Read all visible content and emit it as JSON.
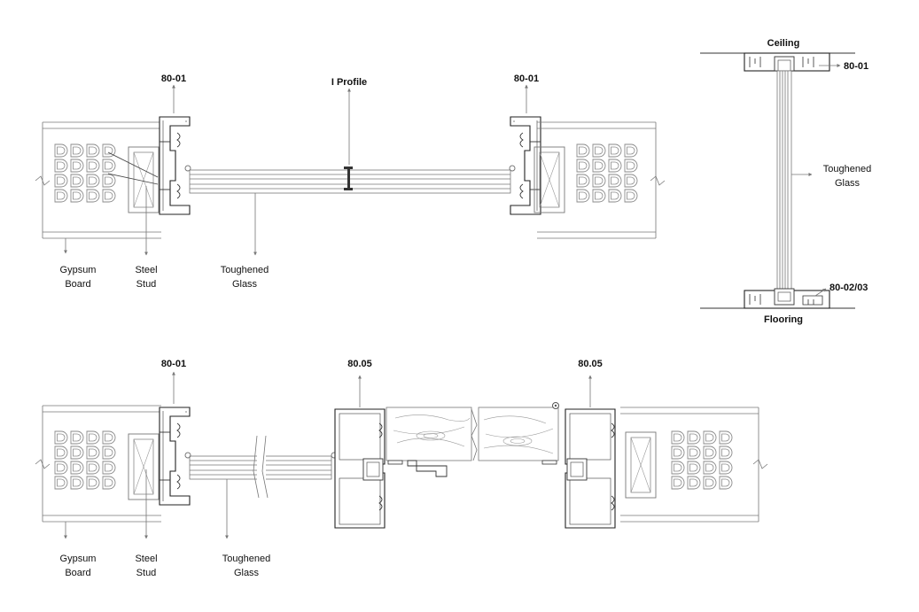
{
  "colors": {
    "line": "#333333",
    "light_line": "#777777",
    "text": "#111111",
    "arrow": "#777777"
  },
  "top_section": {
    "label_left_profile": "80-01",
    "label_center_profile": "I Profile",
    "label_right_profile": "80-01",
    "label_gypsum_line1": "Gypsum",
    "label_gypsum_line2": "Board",
    "label_steel_line1": "Steel",
    "label_steel_line2": "Stud",
    "label_glass_line1": "Toughened",
    "label_glass_line2": "Glass"
  },
  "elevation": {
    "label_ceiling": "Ceiling",
    "label_top_profile": "80-01",
    "label_glass_line1": "Toughened",
    "label_glass_line2": "Glass",
    "label_bottom_profile": "80-02/03",
    "label_flooring": "Flooring"
  },
  "bottom_section": {
    "label_left_profile": "80-01",
    "label_door_left": "80.05",
    "label_door_right": "80.05",
    "label_gypsum_line1": "Gypsum",
    "label_gypsum_line2": "Board",
    "label_steel_line1": "Steel",
    "label_steel_line2": "Stud",
    "label_glass_line1": "Toughened",
    "label_glass_line2": "Glass"
  }
}
